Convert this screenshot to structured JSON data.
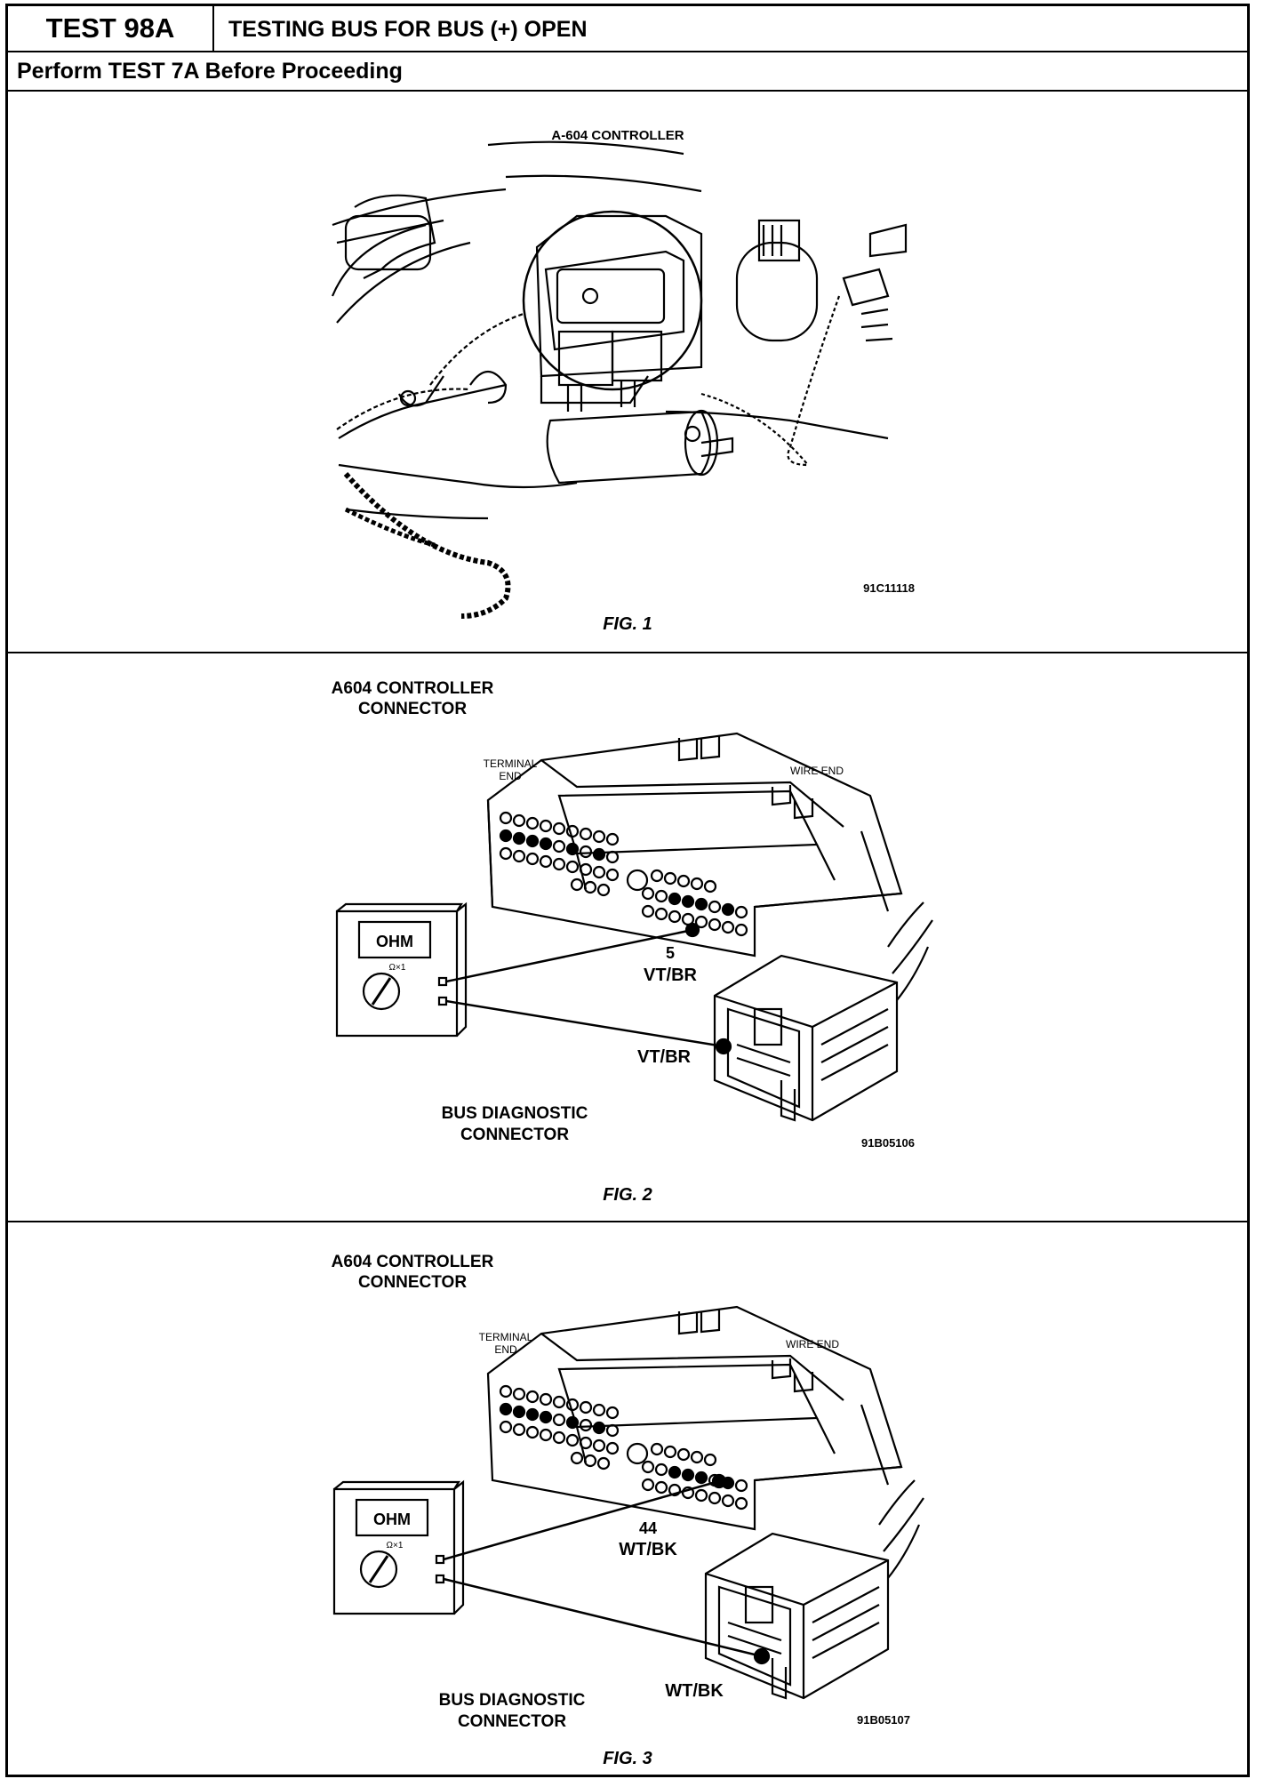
{
  "header": {
    "test_id": "TEST 98A",
    "test_title": "TESTING BUS FOR BUS (+) OPEN",
    "prerequisite": "Perform TEST 7A Before Proceeding"
  },
  "fig1": {
    "callout": "A-604 CONTROLLER",
    "ref": "91C11118",
    "caption": "FIG. 1"
  },
  "fig2": {
    "controller_label_1": "A604 CONTROLLER",
    "controller_label_2": "CONNECTOR",
    "terminal_end_1": "TERMINAL",
    "terminal_end_2": "END",
    "wire_end": "WIRE END",
    "meter_display": "OHM",
    "meter_range": "Ω×1",
    "pin_number": "5",
    "wire_color_pin": "VT/BR",
    "wire_color_bus": "VT/BR",
    "bus_label_1": "BUS DIAGNOSTIC",
    "bus_label_2": "CONNECTOR",
    "ref": "91B05106",
    "caption": "FIG. 2"
  },
  "fig3": {
    "controller_label_1": "A604 CONTROLLER",
    "controller_label_2": "CONNECTOR",
    "terminal_end_1": "TERMINAL",
    "terminal_end_2": "END",
    "wire_end": "WIRE END",
    "meter_display": "OHM",
    "meter_range": "Ω×1",
    "pin_number": "44",
    "wire_color_pin": "WT/BK",
    "wire_color_bus": "WT/BK",
    "bus_label_1": "BUS DIAGNOSTIC",
    "bus_label_2": "CONNECTOR",
    "ref": "91B05107",
    "caption": "FIG. 3"
  }
}
